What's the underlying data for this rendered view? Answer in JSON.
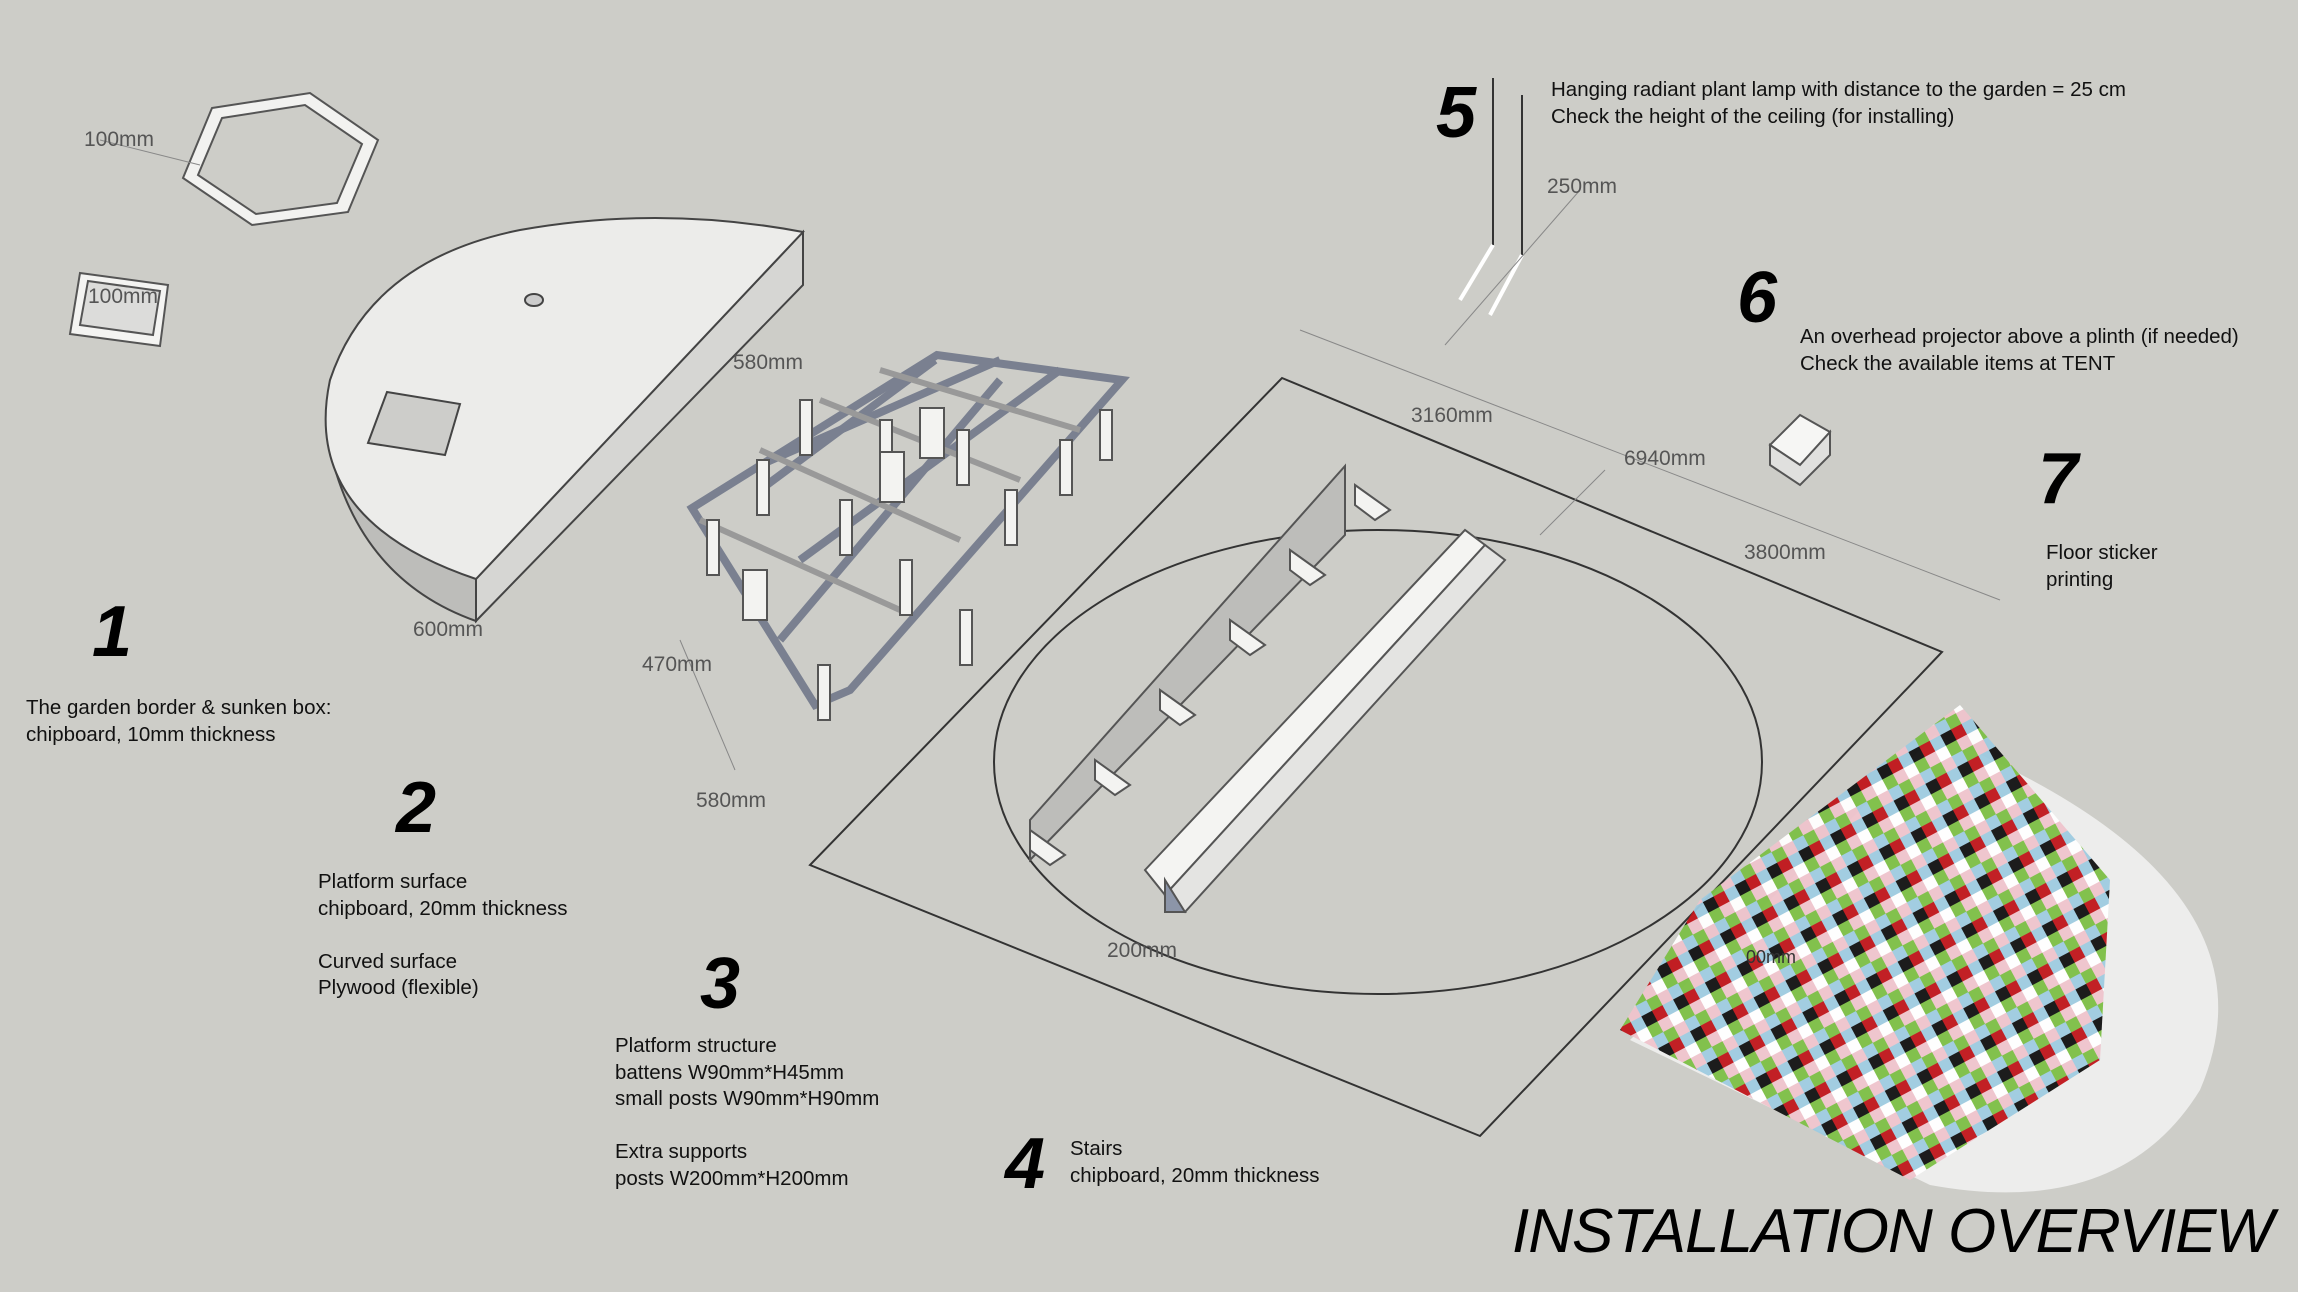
{
  "title": "INSTALLATION OVERVIEW",
  "items": [
    {
      "number": "1",
      "lines": [
        "The garden border & sunken box:",
        "chipboard, 10mm thickness"
      ]
    },
    {
      "number": "2",
      "lines": [
        "Platform surface",
        "chipboard, 20mm thickness",
        "Curved surface",
        "Plywood (flexible)"
      ]
    },
    {
      "number": "3",
      "lines": [
        "Platform structure",
        "battens W90mm*H45mm",
        "small posts W90mm*H90mm",
        "Extra supports",
        "posts W200mm*H200mm"
      ]
    },
    {
      "number": "4",
      "lines": [
        "Stairs",
        "chipboard, 20mm thickness"
      ]
    },
    {
      "number": "5",
      "lines": [
        "Hanging radiant plant lamp with distance to the garden = 25 cm",
        "Check the height of the ceiling (for installing)"
      ]
    },
    {
      "number": "6",
      "lines": [
        "An overhead projector above a plinth (if needed)",
        "Check the available items at TENT"
      ]
    },
    {
      "number": "7",
      "lines": [
        "Floor sticker",
        "printing"
      ]
    }
  ],
  "dimensions": {
    "hexagon": "100mm",
    "sunken_box": "100mm",
    "garden_height": "600mm",
    "frame_top": "580mm",
    "frame_side": "470mm",
    "frame_bottom": "580mm",
    "stairs_width": "200mm",
    "lamp": "250mm",
    "floor_a": "3160mm",
    "floor_total": "6940mm",
    "floor_b": "3800mm",
    "sticker": "00mm"
  },
  "colors": {
    "background": "#cdcdc8",
    "sticker_blue": "#9ecbe0",
    "sticker_green": "#7cbf45",
    "sticker_pink": "#efc4cc",
    "sticker_red": "#c0151a"
  }
}
